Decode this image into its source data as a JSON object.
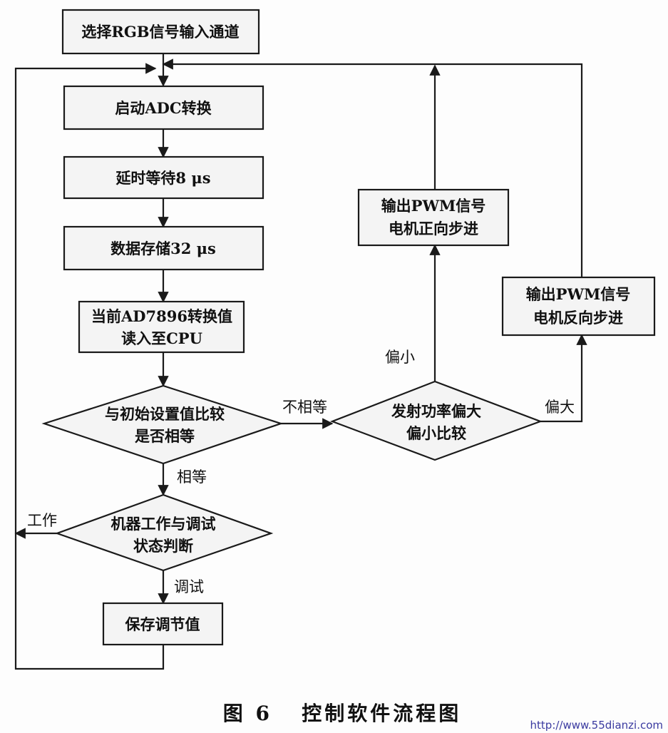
{
  "nodes": {
    "select_channel": "选择RGB信号输入通道",
    "start_adc": "启动ADC转换",
    "delay_wait": "延时等待8 μs",
    "data_store": "数据存储32 μs",
    "read_value_1": "当前AD7896转换值",
    "read_value_2": "读入至CPU",
    "compare_1": "与初始设置值比较",
    "compare_2": "是否相等",
    "power_compare_1": "发射功率偏大",
    "power_compare_2": "偏小比较",
    "pwm_forward_1": "输出PWM信号",
    "pwm_forward_2": "电机正向步进",
    "pwm_reverse_1": "输出PWM信号",
    "pwm_reverse_2": "电机反向步进",
    "state_judge_1": "机器工作与调试",
    "state_judge_2": "状态判断",
    "save_value": "保存调节值"
  },
  "edge_labels": {
    "not_equal": "不相等",
    "equal": "相等",
    "too_small": "偏小",
    "too_large": "偏大",
    "work": "工作",
    "debug": "调试"
  },
  "caption": "图 6   控制软件流程图",
  "watermark": "http://www.55dianzi.com"
}
